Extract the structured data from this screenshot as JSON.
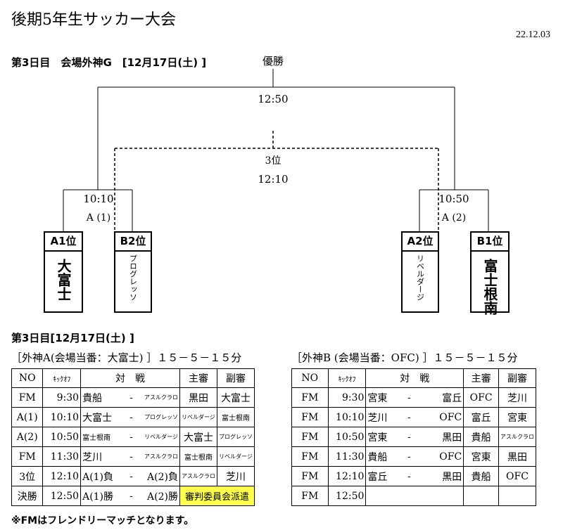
{
  "title": "後期5年生サッカー大会",
  "date": "22.12.03",
  "day3_header": "第3日目　会場外神G　[12月17日(土) ]",
  "bracket": {
    "final_label": "優勝",
    "final_time": "12:50",
    "third_label": "3位",
    "third_time": "12:10",
    "left_time": "10:10",
    "left_match": "A (1)",
    "right_time": "10:50",
    "right_match": "A (2)",
    "teams": [
      {
        "rank": "A1位",
        "name": "大富士"
      },
      {
        "rank": "B2位",
        "name": "プログレッソ"
      },
      {
        "rank": "A2位",
        "name": "リベルダージ"
      },
      {
        "rank": "B1位",
        "name": "富士根南"
      }
    ]
  },
  "schedule_header": "第3日目[12月17日(土) ]",
  "venueA": {
    "title": "［外神A(会場当番：大富士) ］１５－５－１５分",
    "headers": [
      "NO",
      "ｷｯｸｵﾌ",
      "対　戦",
      "主審",
      "副審"
    ],
    "rows": [
      {
        "no": "FM",
        "time": "9:30",
        "home": "貴船",
        "away": "アスルクラロ",
        "main": "黒田",
        "sub": "大富士"
      },
      {
        "no": "A(1)",
        "time": "10:10",
        "home": "大富士",
        "away": "プログレッソ",
        "main": "リベルダージ",
        "sub": "富士根南"
      },
      {
        "no": "A(2)",
        "time": "10:50",
        "home": "富士根南",
        "away": "リベルダージ",
        "main": "大富士",
        "sub": "プログレッソ"
      },
      {
        "no": "FM",
        "time": "11:30",
        "home": "芝川",
        "away": "アスルクラロ",
        "main": "富士根南",
        "sub": "リベルダージ"
      },
      {
        "no": "3位",
        "time": "12:10",
        "home": "A(1)負",
        "away": "A(2)負",
        "main": "アスルクラロ",
        "sub": "芝川"
      },
      {
        "no": "決勝",
        "time": "12:50",
        "home": "A(1)勝",
        "away": "A(2)勝",
        "referee_note": "審判委員会派遣"
      }
    ]
  },
  "venueB": {
    "title": "［外神B (会場当番：OFC) ］１５－５－１５分",
    "headers": [
      "NO",
      "ｷｯｸｵﾌ",
      "対　戦",
      "主審",
      "副審"
    ],
    "rows": [
      {
        "no": "FM",
        "time": "9:30",
        "home": "宮東",
        "away": "富丘",
        "main": "OFC",
        "sub": "芝川"
      },
      {
        "no": "FM",
        "time": "10:10",
        "home": "芝川",
        "away": "OFC",
        "main": "富丘",
        "sub": "宮東"
      },
      {
        "no": "FM",
        "time": "10:50",
        "home": "宮東",
        "away": "黒田",
        "main": "貴船",
        "sub": "アスルクラロ"
      },
      {
        "no": "FM",
        "time": "11:30",
        "home": "貴船",
        "away": "OFC",
        "main": "宮東",
        "sub": "黒田"
      },
      {
        "no": "FM",
        "time": "12:10",
        "home": "富丘",
        "away": "黒田",
        "main": "貴船",
        "sub": "OFC"
      },
      {
        "no": "FM",
        "time": "12:50",
        "home": "",
        "away": "",
        "main": "",
        "sub": ""
      }
    ]
  },
  "dash": "-",
  "note": "※FMはフレンドリーマッチとなります。"
}
